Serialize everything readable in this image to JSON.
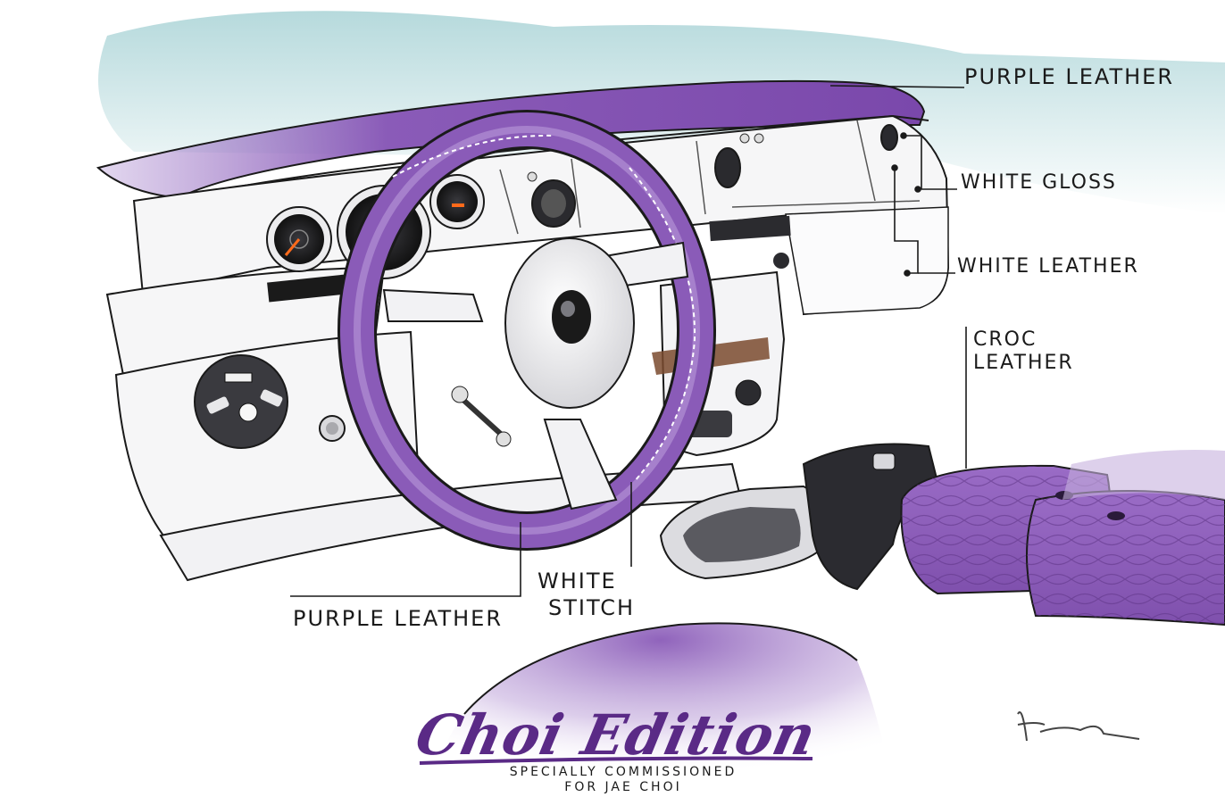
{
  "callouts": {
    "dash_top": "Purple Leather",
    "white_gloss": "White Gloss",
    "white_leather": "White Leather",
    "croc_line1": "Croc",
    "croc_line2": "Leather",
    "white_stitch_line1": "White",
    "white_stitch_line2": "Stitch",
    "wheel_leather": "Purple Leather"
  },
  "logo": {
    "title": "Choi Edition",
    "subtitle_line1": "Specially Commissioned",
    "subtitle_line2": "For Jae Choi"
  },
  "colors": {
    "purple": "#8a5bb8",
    "purple_dark": "#5a2a86",
    "sky": "#a9d3d6",
    "line": "#1a1a1a",
    "gray": "#c9c9cc"
  }
}
